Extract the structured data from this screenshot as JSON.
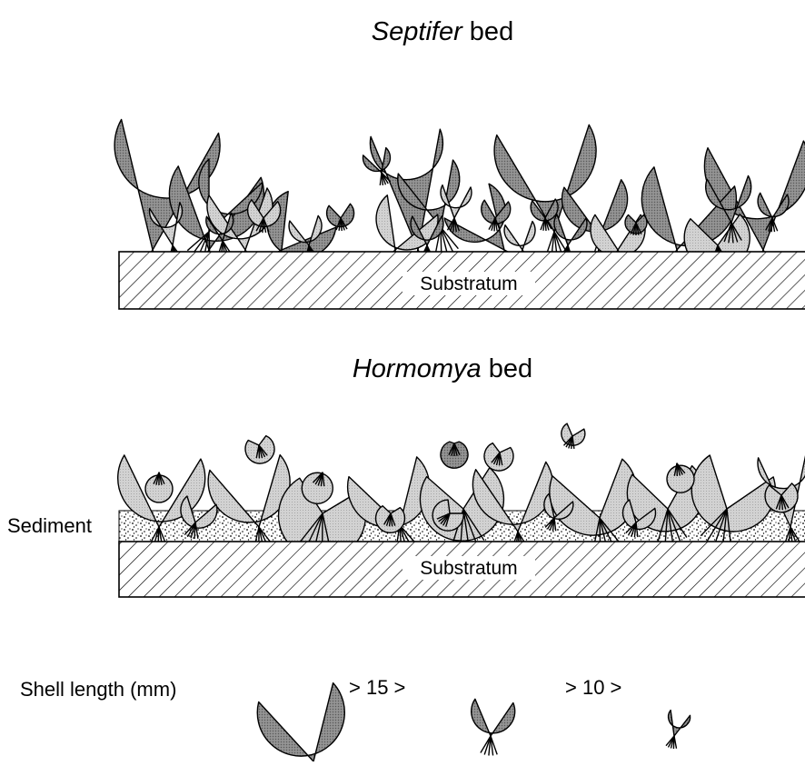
{
  "septifer": {
    "title_genus": "Septifer",
    "title_rest": " bed",
    "substratum_label": "Substratum"
  },
  "hormomya": {
    "title_genus": "Hormomya",
    "title_rest": " bed",
    "sediment_label": "Sediment",
    "substratum_label": "Substratum"
  },
  "legend": {
    "label": "Shell length (mm)",
    "comparison_1": "> 15 >",
    "comparison_2": "> 10 >"
  },
  "colors": {
    "large_shell": "#8f8f8f",
    "medium_shell": "#cfcfcf",
    "ink": "#000000",
    "background": "#ffffff"
  }
}
